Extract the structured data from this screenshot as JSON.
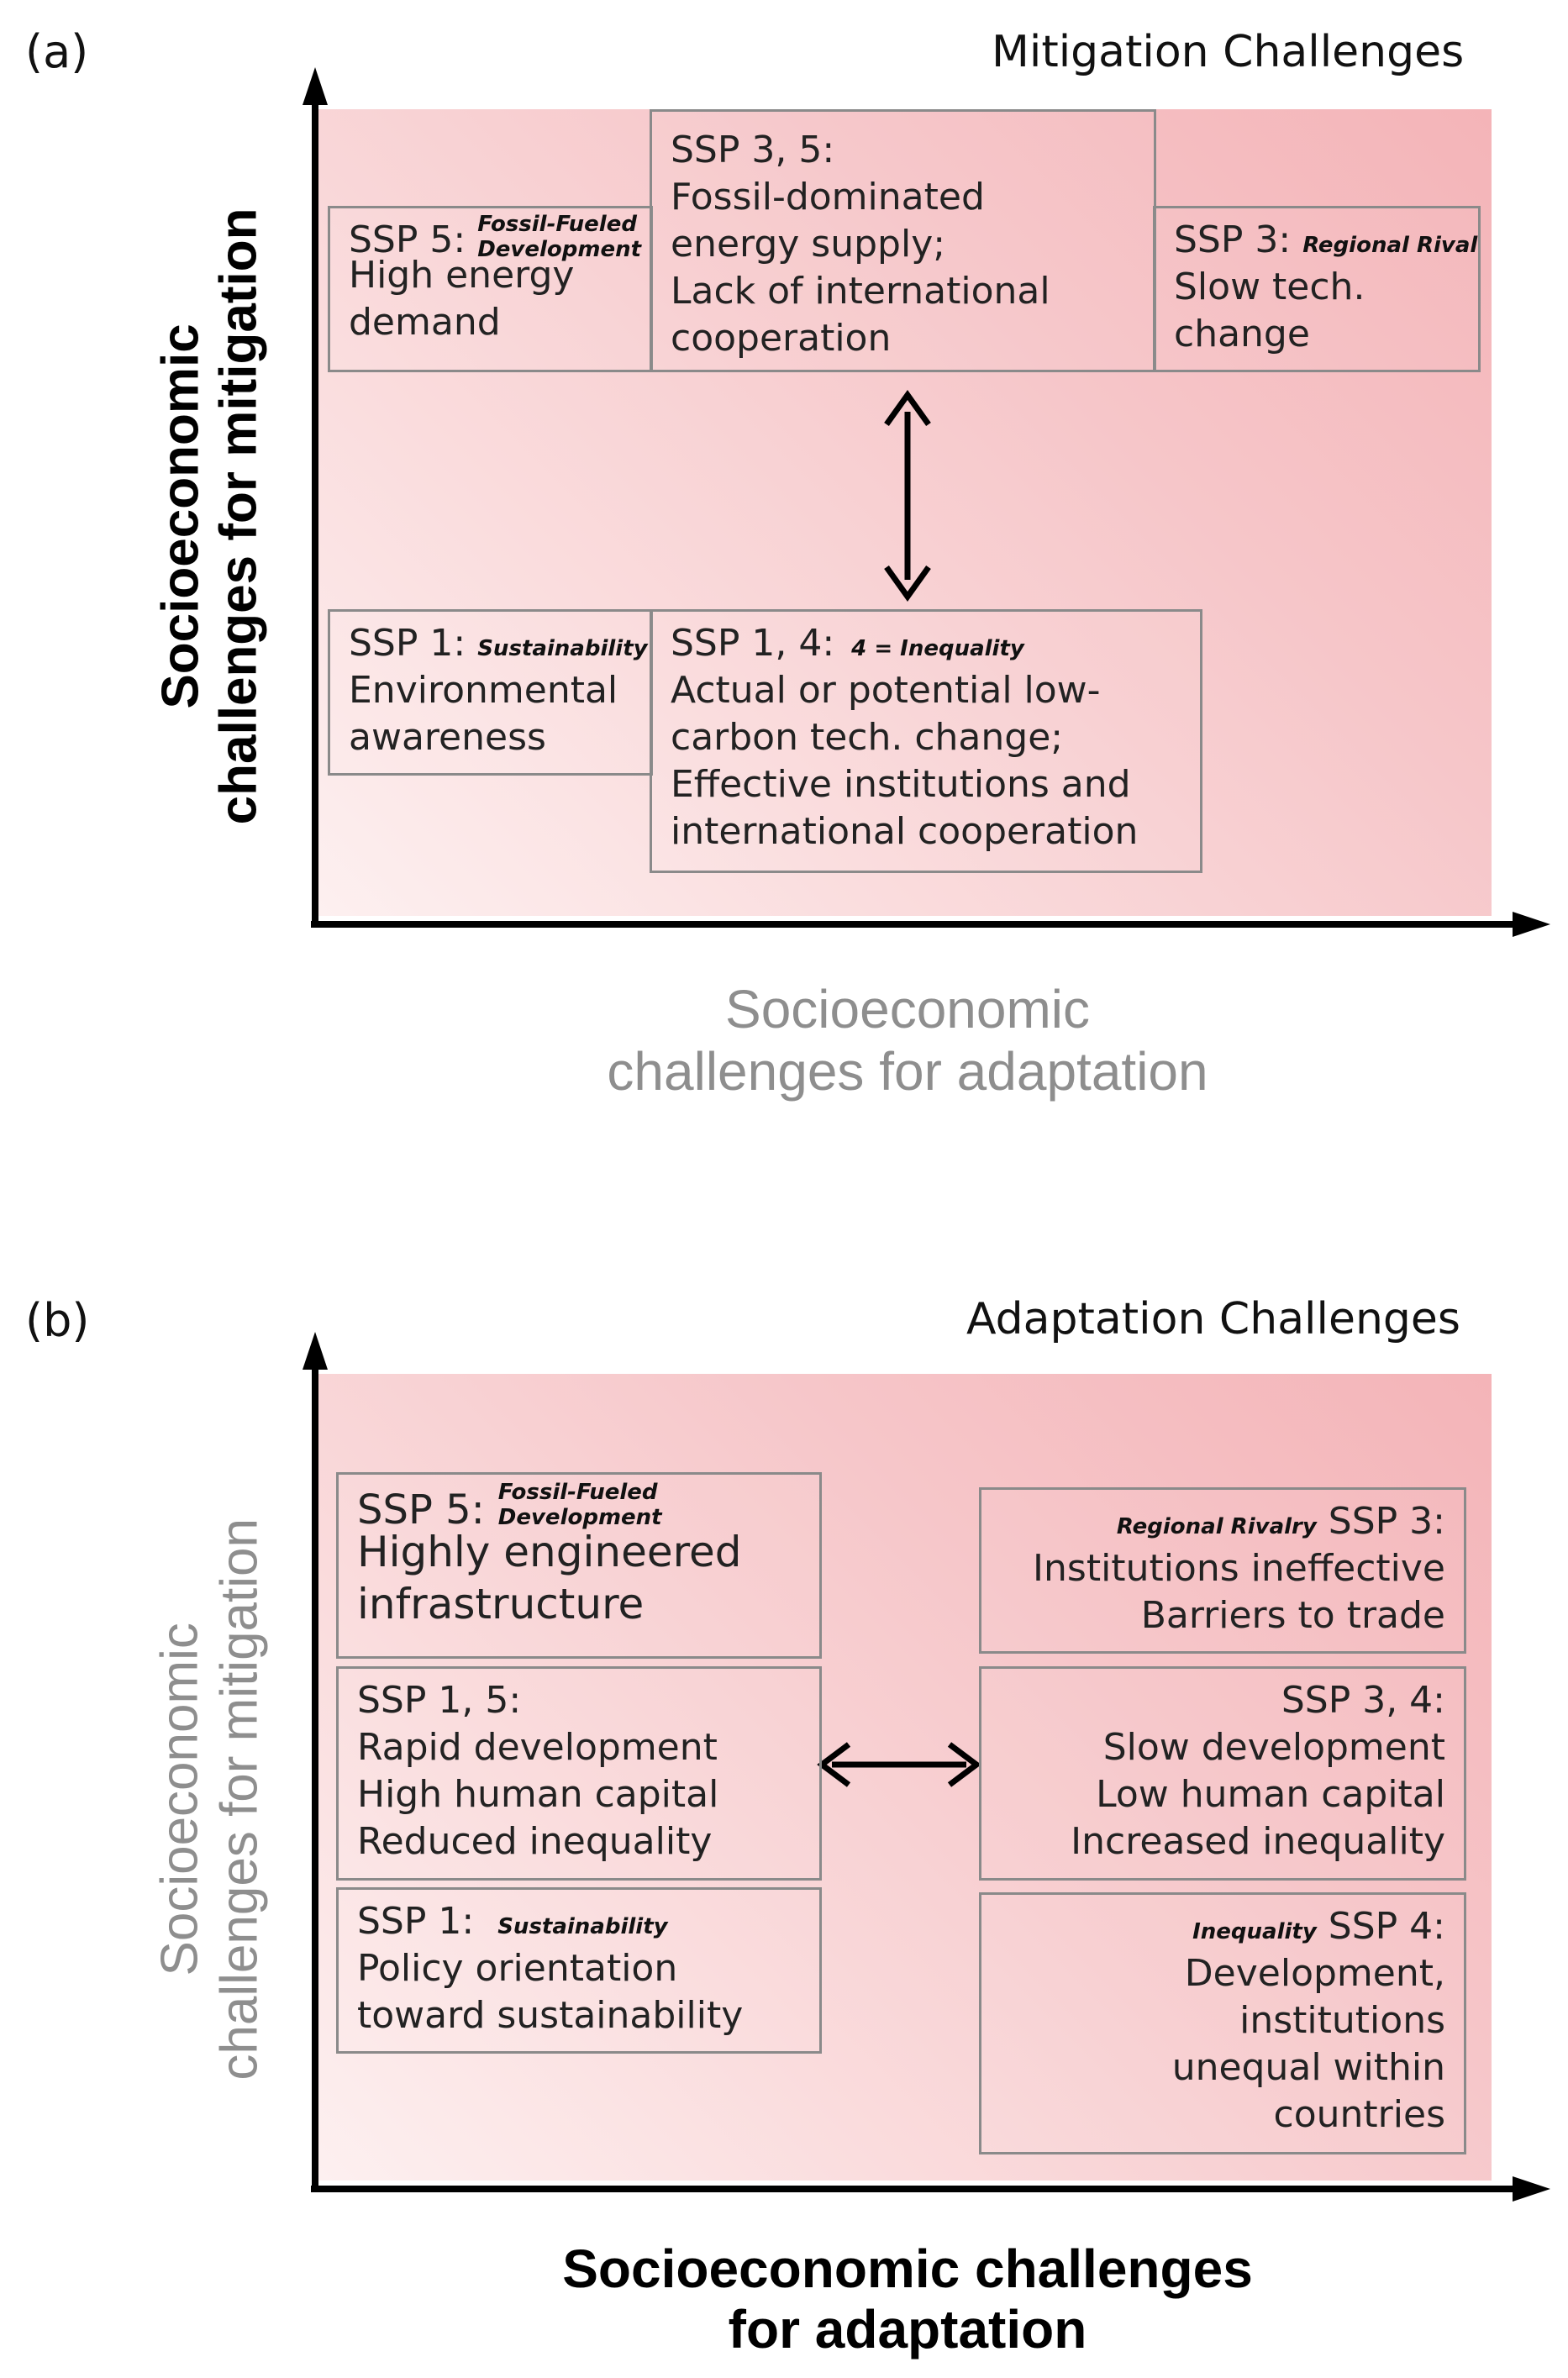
{
  "panel_a": {
    "label": "(a)",
    "title": "Mitigation Challenges",
    "y_axis_label_line1": "Socioeconomic",
    "y_axis_label_line2": "challenges for mitigation",
    "x_axis_label_line1": "Socioeconomic",
    "x_axis_label_line2": "challenges for adaptation",
    "boxes": {
      "ssp5": {
        "ssp": "SSP 5:",
        "tag_line1": "Fossil-Fueled",
        "tag_line2": "Development",
        "line1": "High energy",
        "line2": "demand"
      },
      "ssp35": {
        "ssp": "SSP 3, 5:",
        "line1": "Fossil-dominated",
        "line2": "energy supply;",
        "line3": "Lack of international",
        "line4": "cooperation"
      },
      "ssp3": {
        "ssp": "SSP 3:",
        "tag": "Regional Rivalry",
        "line1": "Slow tech.",
        "line2": "change"
      },
      "ssp1": {
        "ssp": "SSP 1:",
        "tag": "Sustainability",
        "line1": "Environmental",
        "line2": "awareness"
      },
      "ssp14": {
        "ssp": "SSP 1, 4:",
        "tag": "4 = Inequality",
        "line1": "Actual or potential low-",
        "line2": "carbon tech. change;",
        "line3": "Effective institutions and",
        "line4": "international cooperation"
      }
    }
  },
  "panel_b": {
    "label": "(b)",
    "title": "Adaptation Challenges",
    "y_axis_label_line1": "Socioeconomic",
    "y_axis_label_line2": "challenges for mitigation",
    "x_axis_label_line1": "Socioeconomic challenges",
    "x_axis_label_line2": "for adaptation",
    "boxes": {
      "ssp5": {
        "ssp": "SSP 5:",
        "tag_line1": "Fossil-Fueled",
        "tag_line2": "Development",
        "line1": "Highly engineered",
        "line2": "infrastructure"
      },
      "ssp15": {
        "ssp": "SSP 1, 5:",
        "line1": "Rapid development",
        "line2": "High human capital",
        "line3": "Reduced inequality"
      },
      "ssp1": {
        "ssp": "SSP 1:",
        "tag": "Sustainability",
        "line1": "Policy orientation",
        "line2": "toward sustainability"
      },
      "ssp3": {
        "ssp": "SSP 3:",
        "tag": "Regional Rivalry",
        "line1": "Institutions ineffective",
        "line2": "Barriers to trade"
      },
      "ssp34": {
        "ssp": "SSP 3, 4:",
        "line1": "Slow development",
        "line2": "Low human capital",
        "line3": "Increased inequality"
      },
      "ssp4": {
        "ssp": "SSP 4:",
        "tag": "Inequality",
        "line1": "Development,",
        "line2": "institutions",
        "line3": "unequal within",
        "line4": "countries"
      }
    }
  }
}
